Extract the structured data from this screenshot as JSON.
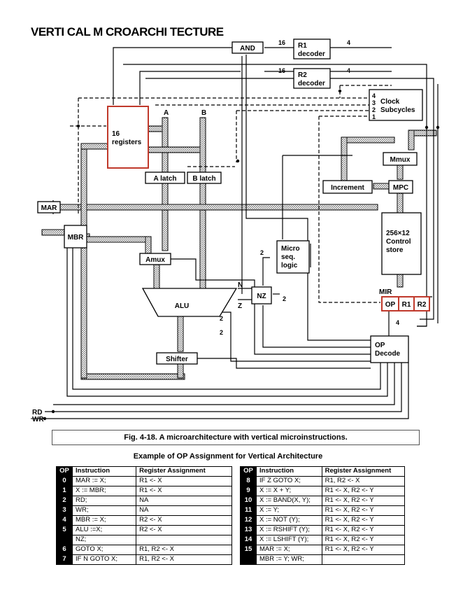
{
  "title": "VERTI CAL  M CROARCHI TECTURE",
  "diagram": {
    "and": "AND",
    "r1_decoder": [
      "R1",
      "decoder"
    ],
    "r2_decoder": [
      "R2",
      "decoder"
    ],
    "bus16_a": "16",
    "bus16_b": "16",
    "bus4_a": "4",
    "bus4_b": "4",
    "clock": [
      "Clock",
      "Subcycles"
    ],
    "clock_nums": [
      "4",
      "3",
      "2",
      "1"
    ],
    "registers": [
      "16",
      "registers"
    ],
    "bus_a": "A",
    "bus_b": "B",
    "a_latch": "A latch",
    "b_latch": "B latch",
    "mar": "MAR",
    "mbr": "MBR",
    "amux": "Amux",
    "alu": "ALU",
    "n": "N",
    "z": "Z",
    "nz": "NZ",
    "shifter": "Shifter",
    "micro": [
      "Micro",
      "seq.",
      "logic"
    ],
    "two_a": "2",
    "two_b": "2",
    "two_c": "2",
    "two_d": "2",
    "mmux": "Mmux",
    "increment": "Increment",
    "mpc": "MPC",
    "control_store": [
      "256×12",
      "Control",
      "store"
    ],
    "mir": "MIR",
    "op": "OP",
    "r1": "R1",
    "r2": "R2",
    "four_mir": "4",
    "op_decode": [
      "OP",
      "Decode"
    ],
    "rd": "RD",
    "wr": "WR"
  },
  "caption": "Fig. 4-18. A microarchitecture with vertical microinstructions.",
  "table_title": "Example of OP Assignment for Vertical Architecture",
  "table_headers": {
    "op": "OP",
    "instruction": "Instruction",
    "register": "Register Assignment"
  },
  "table_left": [
    {
      "op": "0",
      "instruction": "MAR := X;",
      "register": "R1 <- X"
    },
    {
      "op": "1",
      "instruction": "X := MBR;",
      "register": "R1 <- X"
    },
    {
      "op": "2",
      "instruction": "RD;",
      "register": "NA"
    },
    {
      "op": "3",
      "instruction": "WR;",
      "register": "NA"
    },
    {
      "op": "4",
      "instruction": "MBR := X;",
      "register": "R2 <- X"
    },
    {
      "op": "5",
      "instruction": "ALU :=X;",
      "register": "R2 <- X"
    },
    {
      "op": "",
      "instruction": "NZ;",
      "register": ""
    },
    {
      "op": "6",
      "instruction": "GOTO X;",
      "register": "R1, R2 <- X"
    },
    {
      "op": "7",
      "instruction": "IF N GOTO X;",
      "register": "R1, R2 <- X"
    }
  ],
  "table_right": [
    {
      "op": "8",
      "instruction": "IF Z GOTO X;",
      "register": "R1, R2 <- X"
    },
    {
      "op": "9",
      "instruction": "X := X + Y;",
      "register": "R1 <- X, R2 <- Y"
    },
    {
      "op": "10",
      "instruction": "X := BAND(X, Y);",
      "register": "R1 <- X, R2 <- Y"
    },
    {
      "op": "11",
      "instruction": "X := Y;",
      "register": "R1 <- X, R2 <- Y"
    },
    {
      "op": "12",
      "instruction": "X := NOT (Y);",
      "register": "R1 <- X, R2 <- Y"
    },
    {
      "op": "13",
      "instruction": "X := RSHIFT (Y);",
      "register": "R1 <- X, R2 <- Y"
    },
    {
      "op": "14",
      "instruction": "X := LSHIFT (Y);",
      "register": "R1 <- X, R2 <- Y"
    },
    {
      "op": "15",
      "instruction": "MAR := X;",
      "register": "R1 <- X, R2 <- Y"
    },
    {
      "op": "",
      "instruction": "MBR := Y; WR;",
      "register": ""
    }
  ]
}
